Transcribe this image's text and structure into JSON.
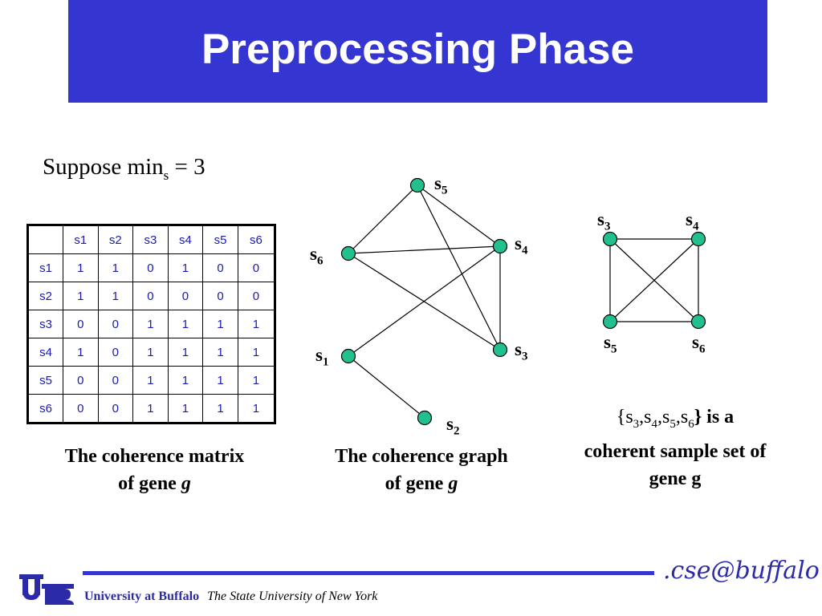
{
  "title": "Preprocessing Phase",
  "suppose": {
    "text": "Suppose min",
    "sub": "s",
    "rest": " = 3"
  },
  "matrix": {
    "header": [
      "",
      "s1",
      "s2",
      "s3",
      "s4",
      "s5",
      "s6"
    ],
    "rows": [
      [
        "s1",
        "1",
        "1",
        "0",
        "1",
        "0",
        "0"
      ],
      [
        "s2",
        "1",
        "1",
        "0",
        "0",
        "0",
        "0"
      ],
      [
        "s3",
        "0",
        "0",
        "1",
        "1",
        "1",
        "1"
      ],
      [
        "s4",
        "1",
        "0",
        "1",
        "1",
        "1",
        "1"
      ],
      [
        "s5",
        "0",
        "0",
        "1",
        "1",
        "1",
        "1"
      ],
      [
        "s6",
        "0",
        "0",
        "1",
        "1",
        "1",
        "1"
      ]
    ]
  },
  "captions": {
    "matrix": {
      "line1": "The coherence matrix",
      "line2": "of gene ",
      "var": "g"
    },
    "graph": {
      "line1": "The coherence graph",
      "line2": "of gene ",
      "var": "g"
    },
    "set": {
      "lead": "{s",
      "s3": "3",
      "s4": "4",
      "s5": "5",
      "s6": "6",
      "tail": "} is a",
      "line2": "coherent sample set of",
      "line3": "gene g"
    }
  },
  "node_labels": {
    "s1": {
      "base": "s",
      "sub": "1"
    },
    "s2": {
      "base": "s",
      "sub": "2"
    },
    "s3": {
      "base": "s",
      "sub": "3"
    },
    "s4": {
      "base": "s",
      "sub": "4"
    },
    "s5": {
      "base": "s",
      "sub": "5"
    },
    "s6": {
      "base": "s",
      "sub": "6"
    }
  },
  "colors": {
    "title_bar": "#3535d2",
    "node_fill": "#22c08f",
    "text_blue": "#1a1ab0"
  },
  "footer": {
    "university": "University at Buffalo",
    "suny": "The State University of  New York",
    "cse": ".cse@buffalo"
  }
}
